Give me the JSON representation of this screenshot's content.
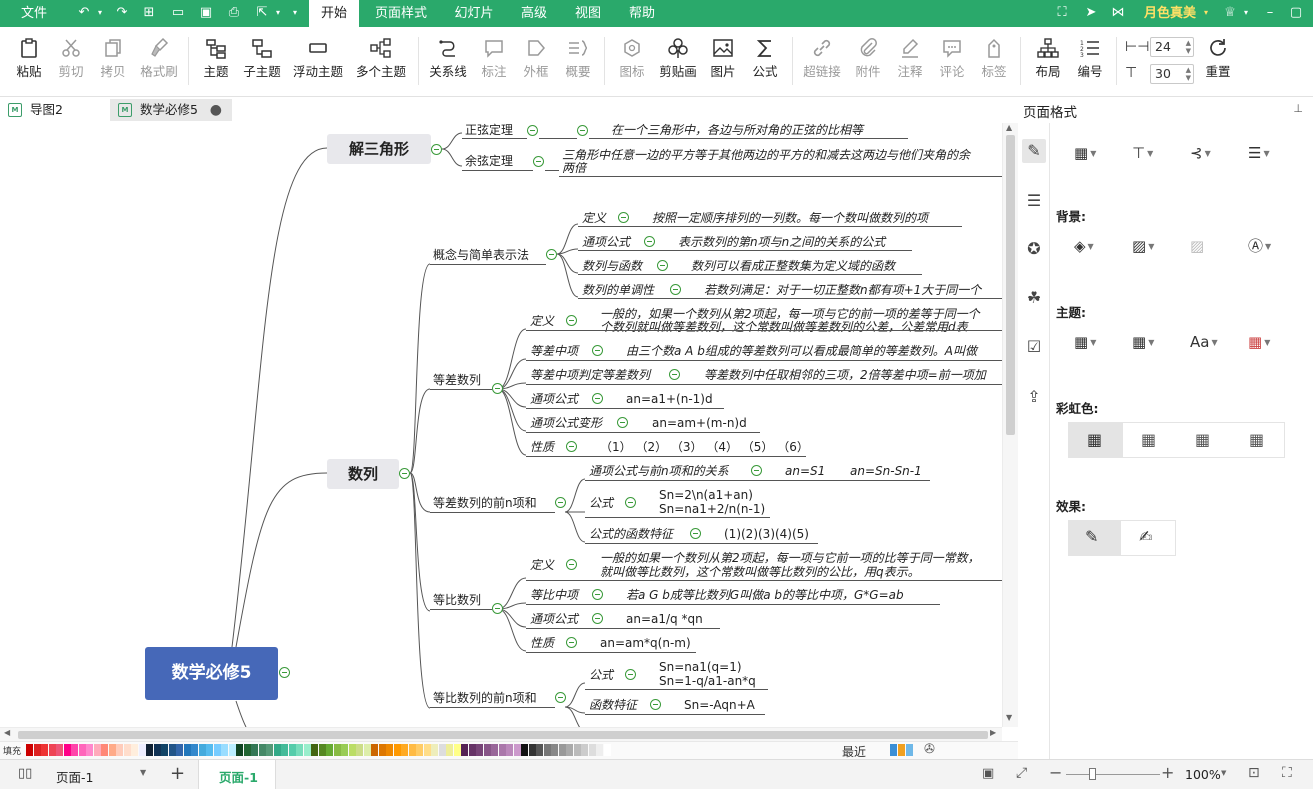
{
  "menubar": {
    "file": "文件",
    "tabs": [
      "开始",
      "页面样式",
      "幻灯片",
      "高级",
      "视图",
      "帮助"
    ],
    "active_tab": "开始",
    "user": "月色真美"
  },
  "ribbon": {
    "paste": "粘贴",
    "cut": "剪切",
    "copy": "拷贝",
    "format_painter": "格式刷",
    "topic": "主题",
    "subtopic": "子主题",
    "floating_topic": "浮动主题",
    "multi_topic": "多个主题",
    "relation": "关系线",
    "callout": "标注",
    "boundary": "外框",
    "summary": "概要",
    "icon": "图标",
    "clipart": "剪贴画",
    "image": "图片",
    "formula": "公式",
    "hyperlink": "超链接",
    "attachment": "附件",
    "note": "注释",
    "comment": "评论",
    "tag": "标签",
    "layout": "布局",
    "numbering": "编号",
    "reset": "重置",
    "spacing_h": "24",
    "spacing_v": "30"
  },
  "doc_tabs": [
    {
      "label": "导图2",
      "active": false
    },
    {
      "label": "数学必修5",
      "active": true
    }
  ],
  "mindmap": {
    "root": "数学必修5",
    "topics": [
      "解三角形",
      "数列"
    ],
    "sine_rule": {
      "label": "正弦定理",
      "text": "在一个三角形中，各边与所对角的正弦的比相等"
    },
    "cosine_rule": {
      "label": "余弦定理",
      "text1": "三角形中任意一边的平方等于其他两边的平方的和减去这两边与他们夹角的余",
      "text2": "两倍"
    },
    "concept": {
      "label": "概念与简单表示法",
      "items": [
        {
          "k": "定义",
          "v": "按照一定顺序排列的一列数。每一个数叫做数列的项"
        },
        {
          "k": "通项公式",
          "v": "表示数列的第n项与n之间的关系的公式"
        },
        {
          "k": "数列与函数",
          "v": "数列可以看成正整数集为定义域的函数"
        },
        {
          "k": "数列的单调性",
          "v": "若数列满足：对于一切正整数n都有项+1大于同一个"
        }
      ]
    },
    "arith": {
      "label": "等差数列",
      "def_k": "定义",
      "def_v1": "一般的，如果一个数列从第2项起，每一项与它的前一项的差等于同一个",
      "def_v2": "个数列就叫做等差数列，这个常数叫做等差数列的公差，公差常用d表",
      "mid_k": "等差中项",
      "mid_v": "由三个数a A b组成的等差数列可以看成最简单的等差数列。A叫做",
      "judge_k": "等差中项判定等差数列",
      "judge_v": "等差数列中任取相邻的三项，2倍等差中项=前一项加",
      "gen_k": "通项公式",
      "gen_v": "an=a1+(n-1)d",
      "var_k": "通项公式变形",
      "var_v": "an=am+(m-n)d",
      "prop_k": "性质",
      "prop_v": "（1）   （2）   （3）   （4）   （5）   （6）"
    },
    "arith_sum": {
      "label": "等差数列的前n项和",
      "rel_k": "通项公式与前n项和的关系",
      "rel_v1": "an=S1",
      "rel_v2": "an=Sn-Sn-1",
      "f_k": "公式",
      "f_v1": "Sn=2\\n(a1+an)",
      "f_v2": "Sn=na1+2/n(n-1)",
      "fn_k": "公式的函数特征",
      "fn_v": "(1)(2)(3)(4)(5)"
    },
    "geo": {
      "label": "等比数列",
      "def_k": "定义",
      "def_v1": "一般的如果一个数列从第2项起，每一项与它前一项的比等于同一常数，",
      "def_v2": "就叫做等比数列，这个常数叫做等比数列的公比，用q表示。",
      "mid_k": "等比中项",
      "mid_v": "若a G b成等比数列G叫做a b的等比中项，G*G=ab",
      "gen_k": "通项公式",
      "gen_v": "an=a1/q   *qn",
      "prop_k": "性质",
      "prop_v": "an=am*q(n-m)"
    },
    "geo_sum": {
      "label": "等比数列的前n项和",
      "f_k": "公式",
      "f_v1": "Sn=na1(q=1)",
      "f_v2": "Sn=1-q/a1-an*q",
      "fn_k": "函数特征",
      "fn_v": "Sn=-Aqn+A"
    }
  },
  "palette": {
    "fill_label": "填充",
    "recent_label": "最近"
  },
  "status": {
    "page_select": "页面-1",
    "page_tab": "页面-1",
    "zoom": "100%"
  },
  "panel": {
    "title": "页面格式",
    "background": "背景:",
    "theme": "主题:",
    "rainbow": "彩虹色:",
    "effect": "效果:",
    "font_sample": "Aa"
  }
}
